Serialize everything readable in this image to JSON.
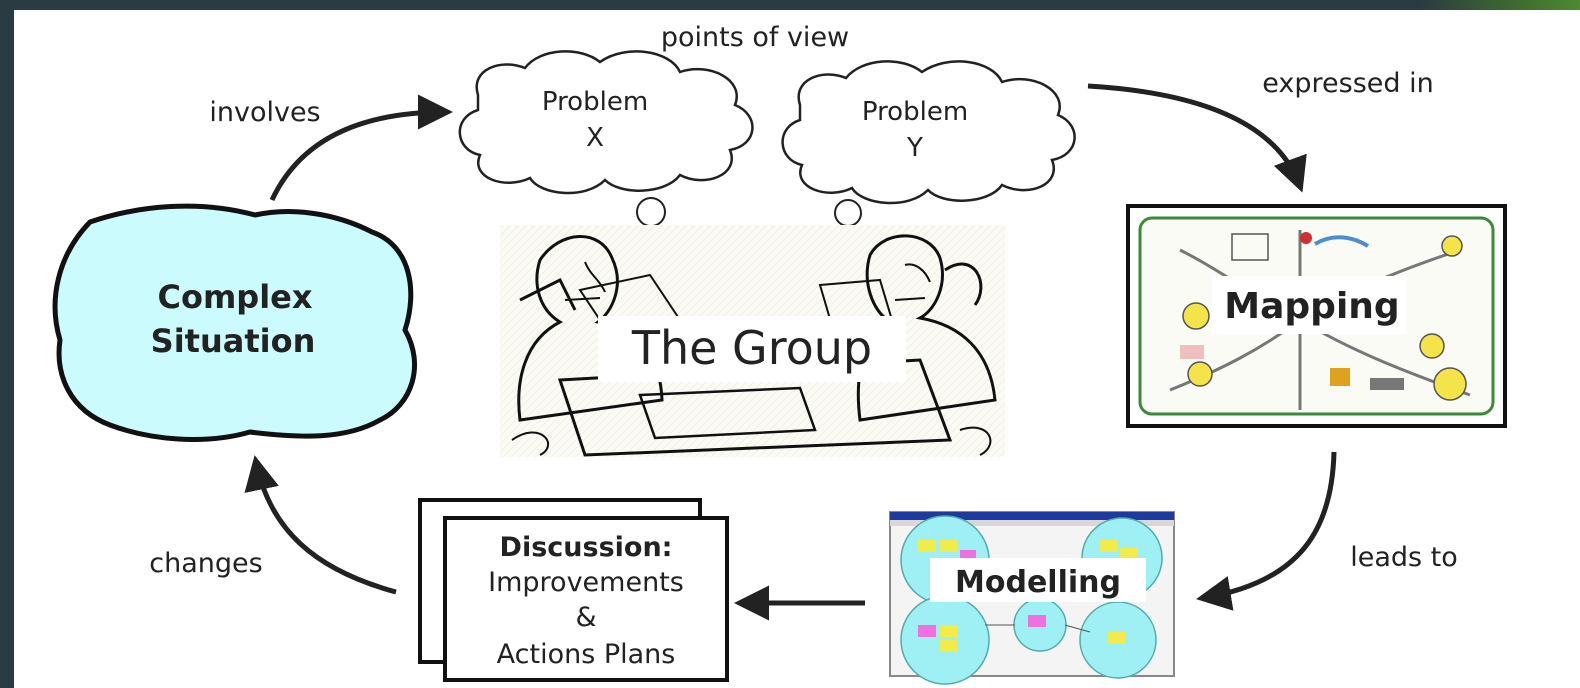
{
  "labels": {
    "points_of_view": "points of view",
    "involves": "involves",
    "expressed_in": "expressed in",
    "leads_to": "leads to",
    "changes": "changes"
  },
  "nodes": {
    "complex_situation": {
      "line1": "Complex",
      "line2": "Situation"
    },
    "problem_x": {
      "line1": "Problem",
      "line2": "X"
    },
    "problem_y": {
      "line1": "Problem",
      "line2": "Y"
    },
    "the_group": "The Group",
    "mapping": "Mapping",
    "modelling": "Modelling",
    "discussion": {
      "title": "Discussion:",
      "line2": "Improvements",
      "line3": "&",
      "line4": "Actions Plans"
    }
  },
  "colors": {
    "situation_fill": "#ccfbfe",
    "background": "#ffffff",
    "frame": "#2b3b42",
    "arrow": "#222222"
  }
}
